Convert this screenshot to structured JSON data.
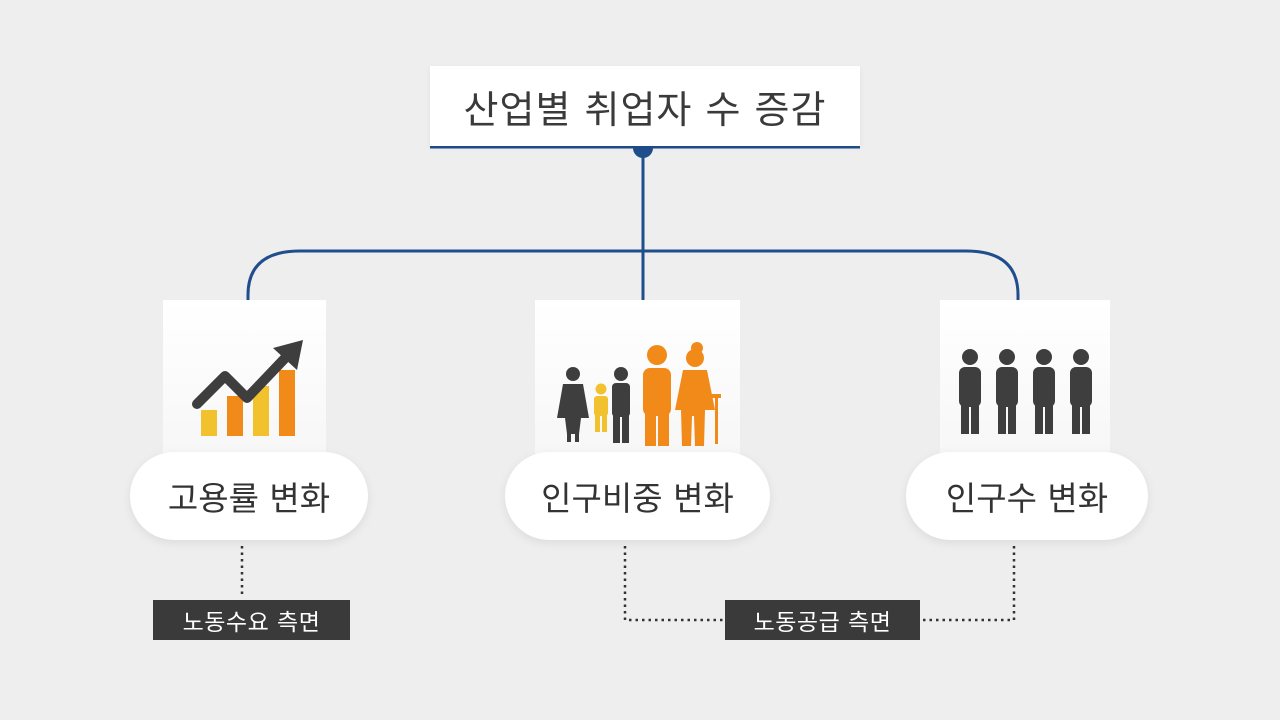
{
  "title": "산업별 취업자 수 증감",
  "branches": [
    {
      "label": "고용률 변화",
      "icon": "trending-up-bar-chart-icon"
    },
    {
      "label": "인구비중 변화",
      "icon": "family-age-groups-icon"
    },
    {
      "label": "인구수 변화",
      "icon": "people-group-icon"
    }
  ],
  "aspects": {
    "demand": "노동수요 측면",
    "supply": "노동공급 측면"
  },
  "colors": {
    "line": "#1f4e8c",
    "orange": "#f28a1a",
    "yellow": "#f2c12e",
    "figure_gray": "#3e3e3e",
    "tag_bg": "#3a3a3a"
  }
}
